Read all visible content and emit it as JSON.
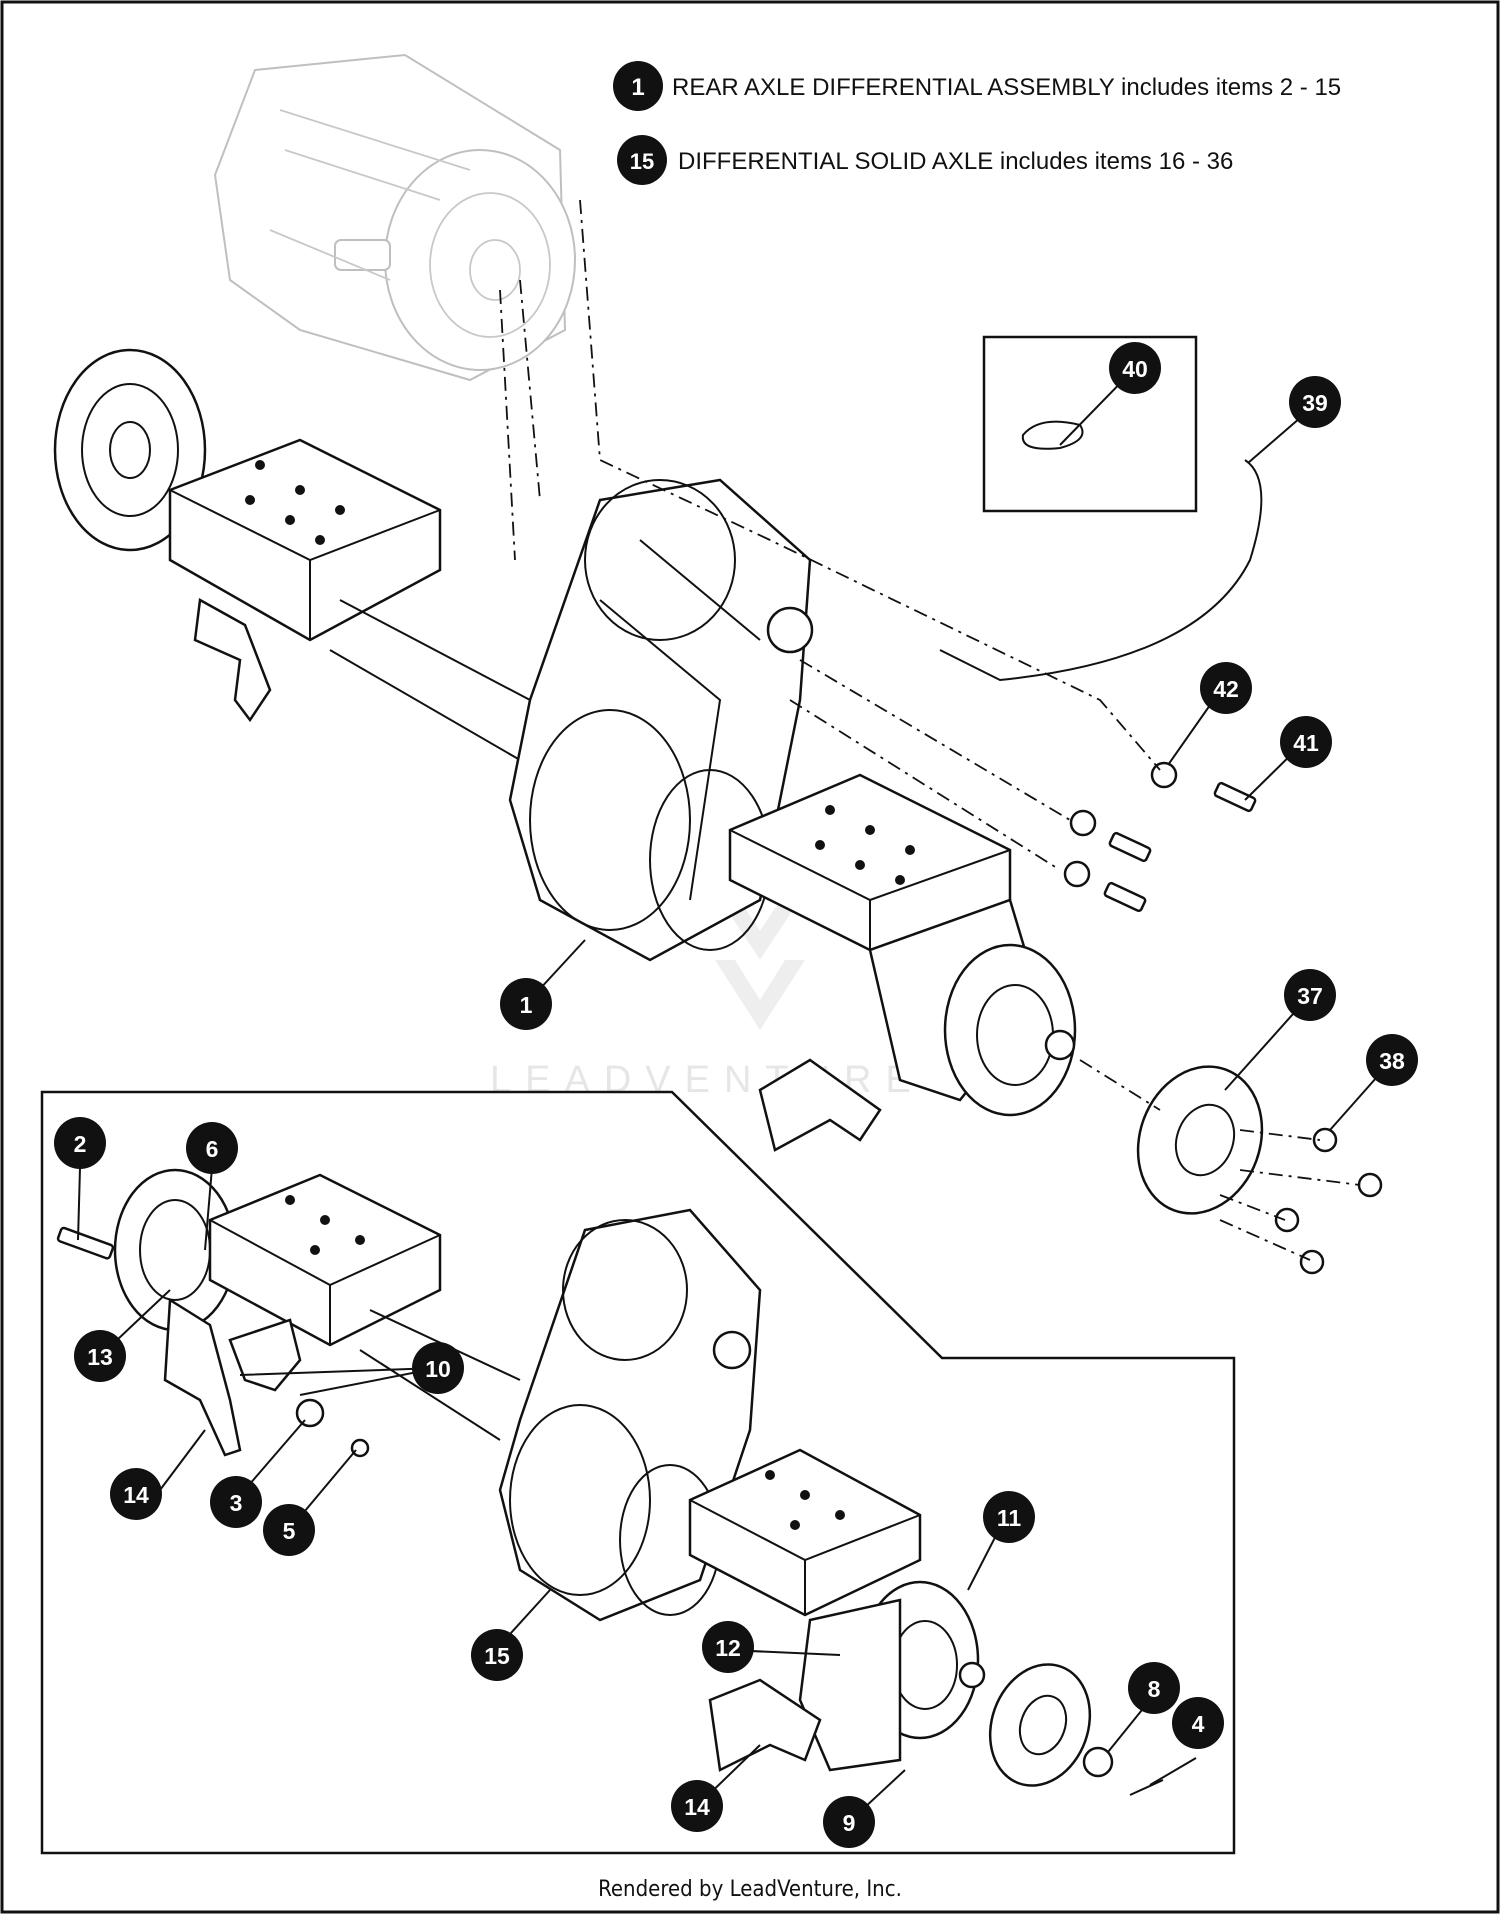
{
  "legend": [
    {
      "number": "1",
      "text": "REAR AXLE DIFFERENTIAL ASSEMBLY includes items 2 - 15"
    },
    {
      "number": "15",
      "text": "DIFFERENTIAL SOLID AXLE includes items 16 - 36"
    }
  ],
  "callouts": [
    "40",
    "39",
    "42",
    "41",
    "1",
    "37",
    "38",
    "2",
    "6",
    "13",
    "10",
    "14",
    "3",
    "5",
    "11",
    "12",
    "15",
    "8",
    "4",
    "14",
    "9"
  ],
  "watermark": "LEADVENTURE",
  "footer": "Rendered by LeadVenture, Inc."
}
